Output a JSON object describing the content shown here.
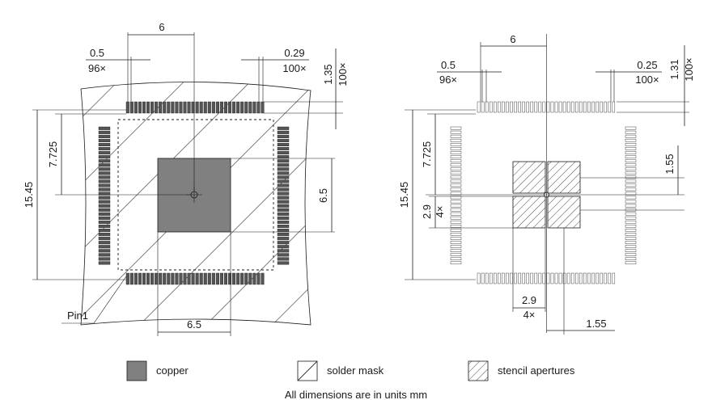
{
  "left": {
    "pad_pitch": "0.5",
    "pad_pitch_count": "96×",
    "pad_width": "0.29",
    "pad_width_count": "100×",
    "pad_length": "1.35",
    "pad_length_count": "100×",
    "pitch_span": "6",
    "half_span": "7.725",
    "full_span": "15.45",
    "ep_height": "6.5",
    "ep_width": "6.5",
    "pin1_label": "Pin1"
  },
  "right": {
    "pad_pitch": "0.5",
    "pad_pitch_count": "96×",
    "pad_width": "0.25",
    "pad_width_count": "100×",
    "pad_length": "1.31",
    "pad_length_count": "100×",
    "pitch_span": "6",
    "half_span": "7.725",
    "full_span": "15.45",
    "aperture_offset_v": "1.55",
    "aperture_size_v": "2.9",
    "aperture_count_v": "4×",
    "aperture_size_h": "2.9",
    "aperture_count_h": "4×",
    "aperture_offset_h": "1.55"
  },
  "legend": {
    "copper": "copper",
    "solder_mask": "solder mask",
    "stencil": "stencil apertures",
    "colors": {
      "copper": "#808080",
      "outline": "#1a1a1a",
      "pad": "#555555"
    }
  },
  "footer": "All dimensions are in units mm"
}
